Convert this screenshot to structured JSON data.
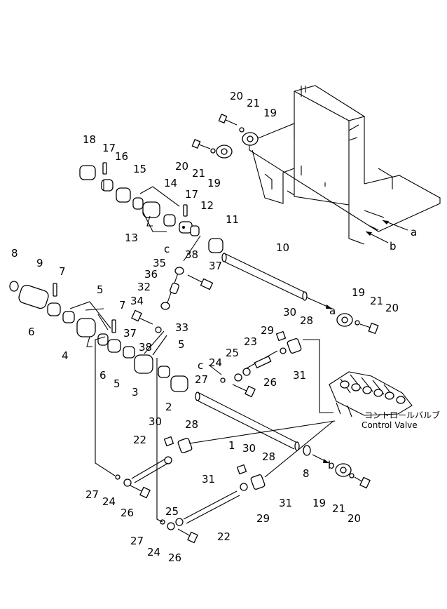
{
  "labels": {
    "n1": "1",
    "n2": "2",
    "n3": "3",
    "n4": "4",
    "n5a": "5",
    "n5b": "5",
    "n5c": "5",
    "n6a": "6",
    "n6b": "6",
    "n7a": "7",
    "n7b": "7",
    "n8a": "8",
    "n8b": "8",
    "n9": "9",
    "n10": "10",
    "n11": "11",
    "n12": "12",
    "n13": "13",
    "n14": "14",
    "n15": "15",
    "n16": "16",
    "n17a": "17",
    "n17b": "17",
    "n18": "18",
    "n19a": "19",
    "n19b": "19",
    "n19c": "19",
    "n19d": "19",
    "n20a": "20",
    "n20b": "20",
    "n20c": "20",
    "n20d": "20",
    "n21a": "21",
    "n21b": "21",
    "n21c": "21",
    "n21d": "21",
    "n22a": "22",
    "n22b": "22",
    "n23": "23",
    "n24a": "24",
    "n24b": "24",
    "n24c": "24",
    "n25a": "25",
    "n25b": "25",
    "n26a": "26",
    "n26b": "26",
    "n26c": "26",
    "n27a": "27",
    "n27b": "27",
    "n27c": "27",
    "n28a": "28",
    "n28b": "28",
    "n28c": "28",
    "n29a": "29",
    "n29b": "29",
    "n30a": "30",
    "n30b": "30",
    "n30c": "30",
    "n31a": "31",
    "n31b": "31",
    "n31c": "31",
    "n32": "32",
    "n33": "33",
    "n34": "34",
    "n35": "35",
    "n36": "36",
    "n37a": "37",
    "n37b": "37",
    "n38a": "38",
    "n38b": "38"
  },
  "refs": {
    "a1": "a",
    "a2": "a",
    "b1": "b",
    "b2": "b",
    "c1": "c",
    "c2": "c"
  },
  "control_valve": {
    "jp": "コントロールバルブ",
    "en": "Control Valve"
  }
}
